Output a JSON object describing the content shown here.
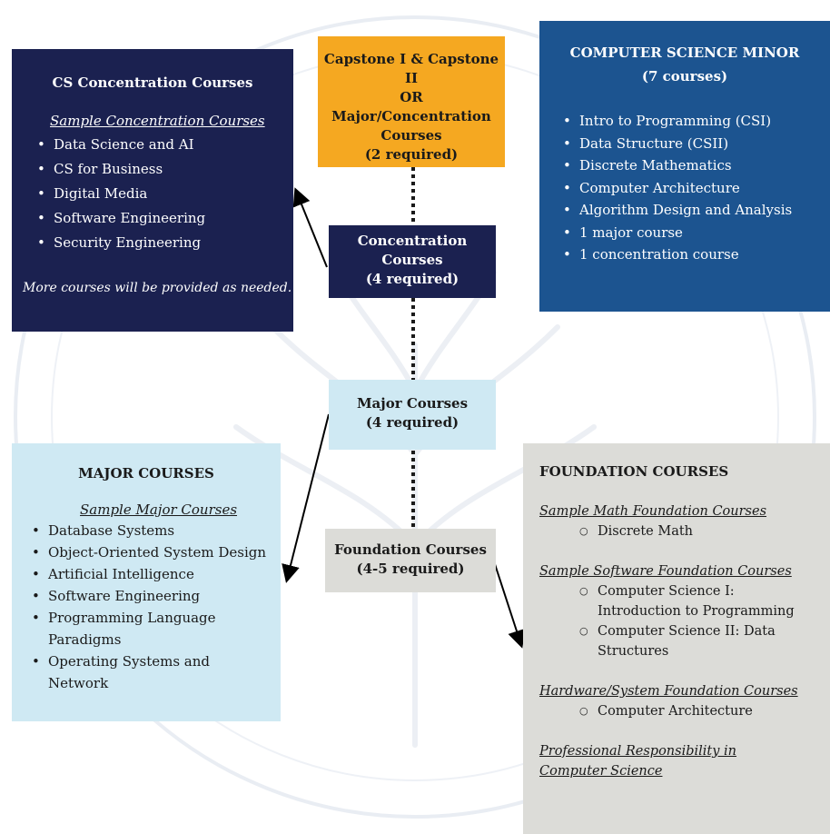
{
  "capstone": {
    "line1": "Capstone I & Capstone II",
    "line2": "OR",
    "line3": "Major/Concentration",
    "line4": "Courses",
    "line5": "(2 required)"
  },
  "concentration_node": {
    "line1": "Concentration",
    "line2": "Courses",
    "line3": "(4 required)"
  },
  "major_node": {
    "line1": "Major Courses",
    "line2": "(4 required)"
  },
  "foundation_node": {
    "line1": "Foundation Courses",
    "line2": "(4-5 required)"
  },
  "cs_concentration": {
    "title": "CS Concentration Courses",
    "subtitle": "Sample Concentration Courses",
    "items": [
      "Data Science and AI",
      "CS for Business",
      "Digital Media",
      "Software Engineering",
      "Security Engineering"
    ],
    "note": "More courses will be provided as needed."
  },
  "minor": {
    "title": "COMPUTER SCIENCE MINOR",
    "count": "(7 courses)",
    "items": [
      "Intro to Programming (CSI)",
      "Data Structure (CSII)",
      "Discrete Mathematics",
      "Computer Architecture",
      "Algorithm Design and Analysis",
      "1 major course",
      "1 concentration course"
    ]
  },
  "major_courses": {
    "title": "MAJOR COURSES",
    "subtitle": "Sample Major Courses",
    "items": [
      "Database Systems",
      "Object-Oriented System Design",
      "Artificial Intelligence",
      "Software Engineering",
      "Programming Language Paradigms",
      "Operating Systems and Network"
    ]
  },
  "foundation": {
    "title": "FOUNDATION COURSES",
    "math_heading": "Sample Math Foundation Courses",
    "math_items": [
      "Discrete Math"
    ],
    "software_heading": "Sample Software Foundation Courses",
    "software_items": [
      "Computer Science I: Introduction to Programming",
      "Computer Science II: Data Structures"
    ],
    "hardware_heading": "Hardware/System Foundation Courses",
    "hardware_items": [
      "Computer Architecture"
    ],
    "professional_heading": "Professional Responsibility in Computer Science"
  },
  "colors": {
    "dark_navy": "#1b2150",
    "minor_blue": "#1c5490",
    "capstone_orange": "#f5a821",
    "light_blue": "#cfe9f3",
    "grey": "#dcdcd8"
  }
}
